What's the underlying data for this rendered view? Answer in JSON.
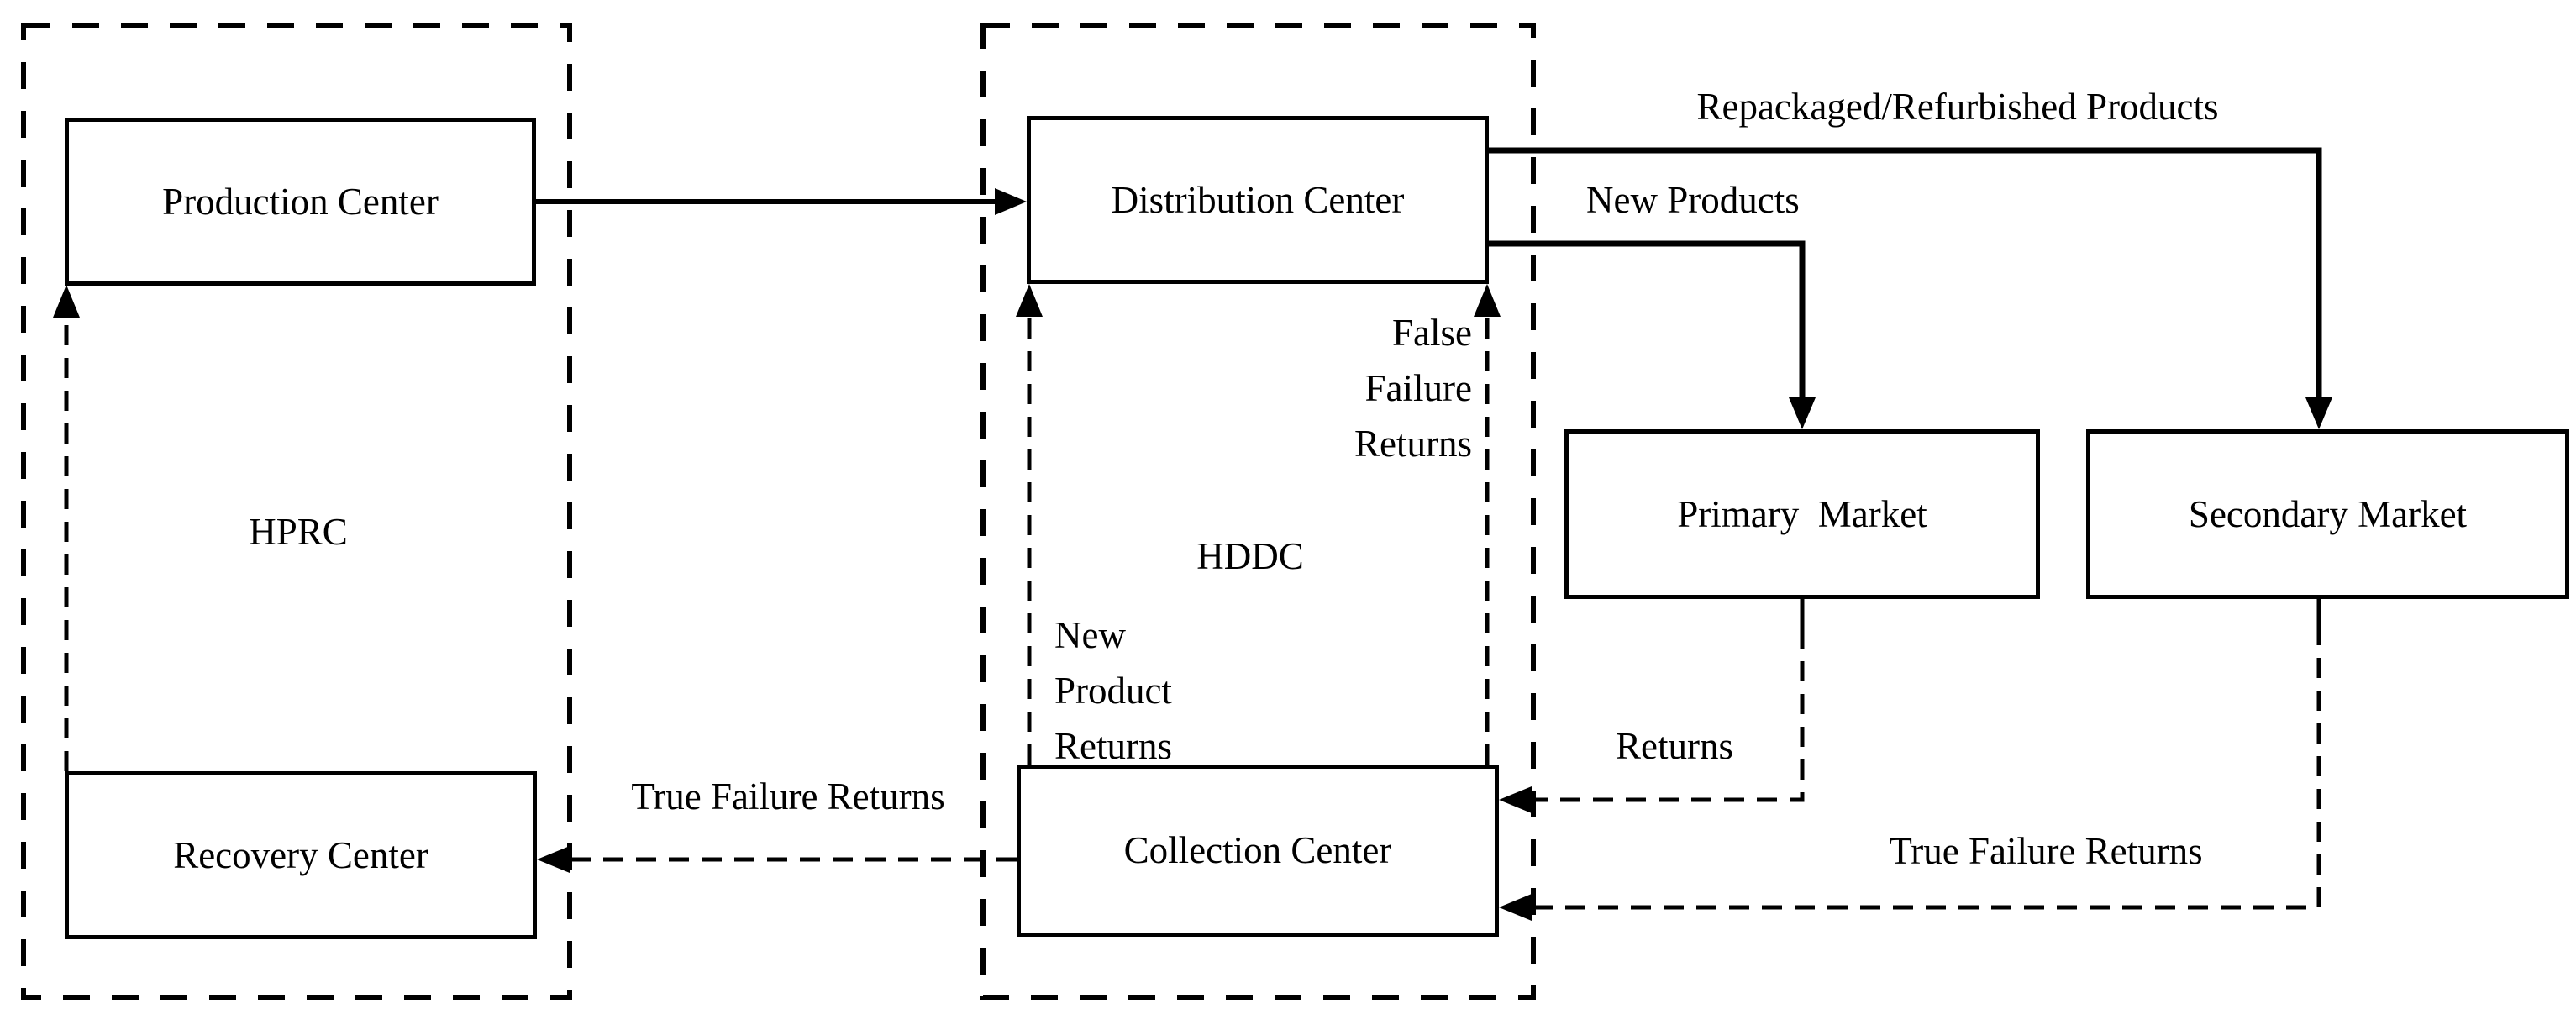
{
  "diagram": {
    "title": "Closed-loop supply chain network diagram",
    "colors": {
      "stroke": "#000000",
      "text": "#000000",
      "background": "#ffffff"
    },
    "containers": {
      "hprc": {
        "label": "HPRC"
      },
      "hddc": {
        "label": "HDDC"
      }
    },
    "nodes": {
      "production": {
        "label": "Production Center"
      },
      "distribution": {
        "label": "Distribution Center"
      },
      "recovery": {
        "label": "Recovery Center"
      },
      "collection": {
        "label": "Collection Center"
      },
      "primary": {
        "label": "Primary  Market"
      },
      "secondary": {
        "label": "Secondary Market"
      }
    },
    "edge_labels": {
      "repackaged": {
        "text": "Repackaged/Refurbished Products"
      },
      "new_products": {
        "text": "New Products"
      },
      "false_failure": {
        "text": "False\nFailure\nReturns"
      },
      "new_product_returns": {
        "text": "New\nProduct\nReturns"
      },
      "returns": {
        "text": "Returns"
      },
      "true_failure_left": {
        "text": "True Failure Returns"
      },
      "true_failure_right": {
        "text": "True Failure Returns"
      }
    }
  }
}
